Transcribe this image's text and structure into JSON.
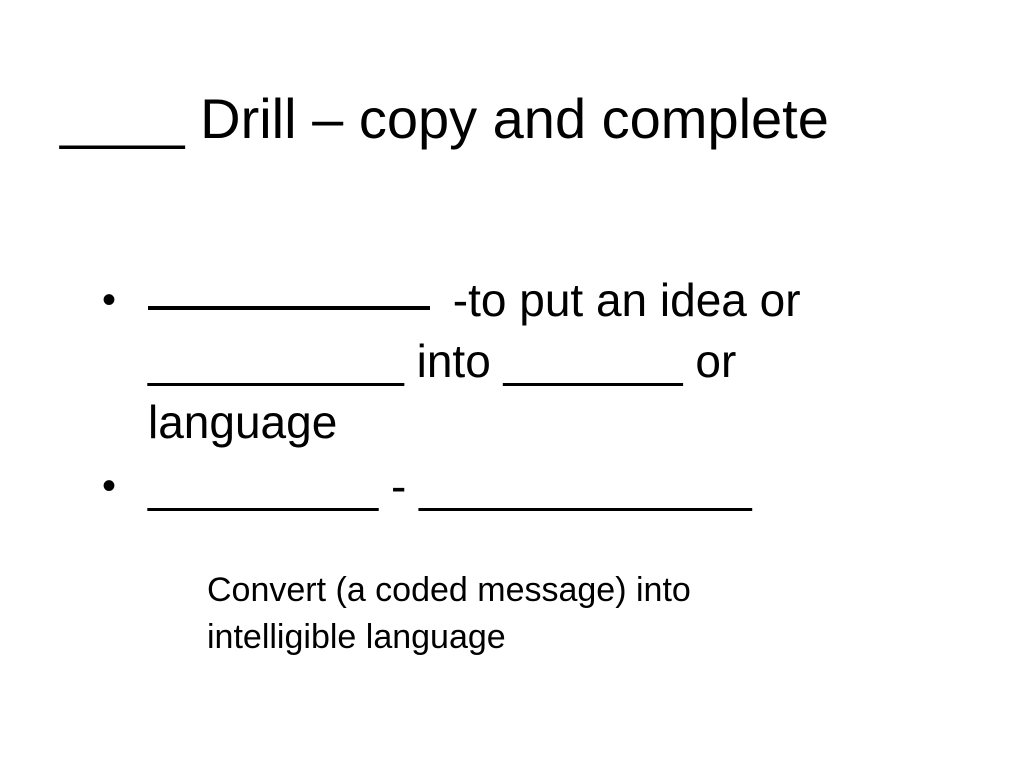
{
  "slide": {
    "title": "____ Drill – copy and complete",
    "bullets": [
      {
        "dot": "•",
        "line1_text": " -to put an idea or",
        "line2": "__________ into _______ or",
        "line3": "language"
      },
      {
        "dot": "•",
        "line1": "_________ - _____________"
      }
    ],
    "definition": {
      "line1": "Convert (a coded message) into",
      "line2": "intelligible language"
    }
  }
}
